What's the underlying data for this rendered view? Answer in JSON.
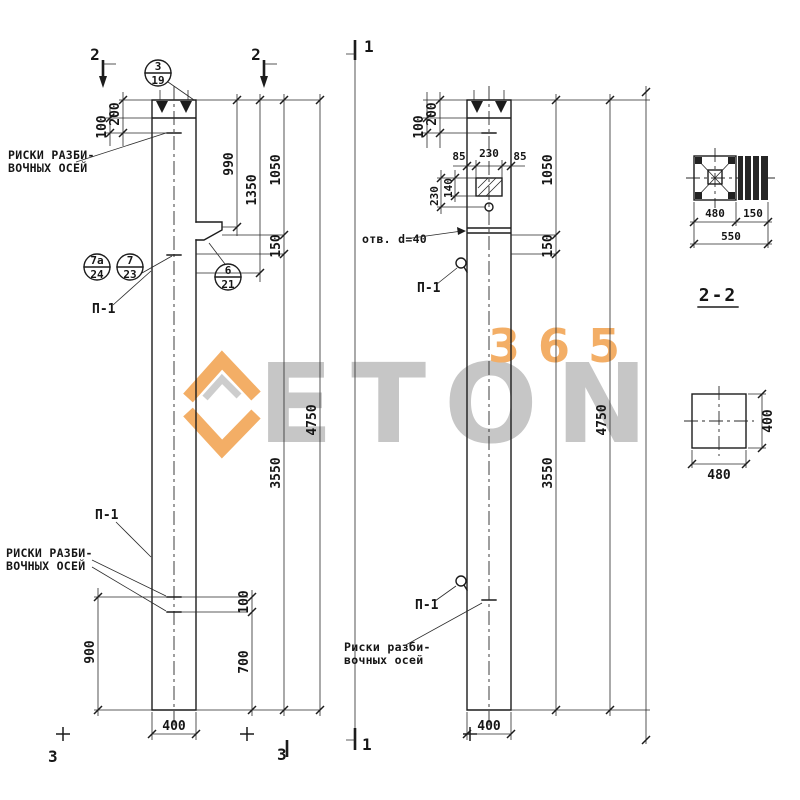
{
  "watermark": {
    "brand": "ETON",
    "number": "365"
  },
  "marks": {
    "sec2_left": "2",
    "sec2_right": "2",
    "sec1_top": "1",
    "sec1_bottom": "1",
    "sec3_left": "3",
    "sec3_right": "3"
  },
  "callouts": {
    "pos3": {
      "num": "3",
      "sheet": "19"
    },
    "pos7a": {
      "num": "7а",
      "sheet": "24"
    },
    "pos7": {
      "num": "7",
      "sheet": "23"
    },
    "pos6": {
      "num": "6",
      "sheet": "21"
    }
  },
  "left_view": {
    "note_axes_top": [
      "РИСКИ РАЗБИ-",
      "ВОЧНЫХ ОСЕЙ"
    ],
    "note_axes_bottom": [
      "РИСКИ РАЗБИ-",
      "ВОЧНЫХ ОСЕЙ"
    ],
    "loop_label_upper": "П-1",
    "loop_label_lower": "П-1",
    "dims": {
      "top_100": "100",
      "top_200": "200",
      "d990": "990",
      "d1350": "1350",
      "d1050": "1050",
      "d150": "150",
      "d3550": "3550",
      "d4750": "4750",
      "bottom_900": "900",
      "bottom_100": "100",
      "bottom_700": "700",
      "width_400": "400"
    }
  },
  "right_view": {
    "hole_note": "отв. d=40",
    "note_axes_bottom": [
      "Риски разби-",
      "вочных осей"
    ],
    "loop_label_upper": "П-1",
    "loop_label_lower": "П-1",
    "dims": {
      "top_100": "100",
      "top_200": "200",
      "plate_85_left": "85",
      "plate_230": "230",
      "plate_85_right": "85",
      "plate_140": "140",
      "plate_230_v": "230",
      "d1050": "1050",
      "d150": "150",
      "d3550": "3550",
      "d4750": "4750",
      "width_400": "400"
    }
  },
  "section_2_2": {
    "title": "2-2",
    "dims": {
      "w1": "480",
      "w2": "150",
      "total": "550"
    }
  },
  "section_square": {
    "dims": {
      "width": "480",
      "height": "400"
    }
  }
}
